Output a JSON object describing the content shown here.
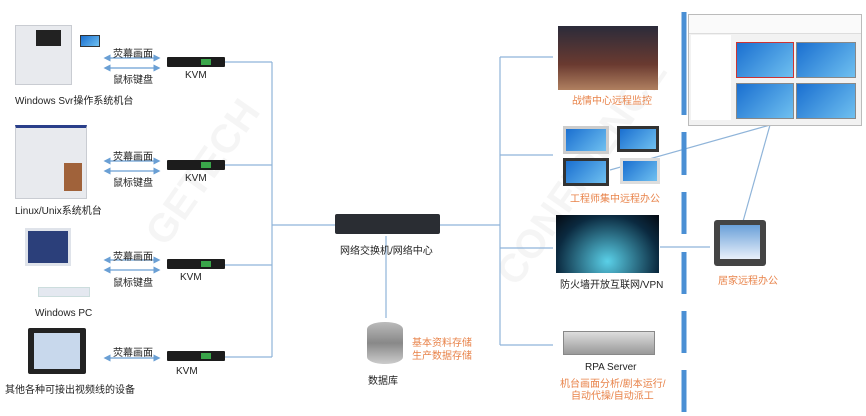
{
  "left": [
    {
      "name": "Windows Svr操作系统机台",
      "screen_label": "荧幕画面",
      "input_label": "鼠标键盘",
      "kvm": "KVM"
    },
    {
      "name": "Linux/Unix系统机台",
      "screen_label": "荧幕画面",
      "input_label": "鼠标键盘",
      "kvm": "KVM"
    },
    {
      "name": "Windows PC",
      "screen_label": "荧幕画面",
      "input_label": "鼠标键盘",
      "kvm": "KVM"
    },
    {
      "name": "其他各种可接出视频线的设备",
      "screen_label": "荧幕画面",
      "kvm": "KVM"
    }
  ],
  "center": {
    "switch": "网络交换机/网络中心",
    "db_title": "数据库",
    "db_line1": "基本资料存储",
    "db_line2": "生产数据存储"
  },
  "right": {
    "monitor_center": "战情中心远程监控",
    "engineer": "工程师集中远程办公",
    "vpn": "防火墙开放互联网/VPN",
    "rpa_title": "RPA Server",
    "rpa_line1": "机台画面分析/剧本运行/",
    "rpa_line2": "自动代操/自动派工",
    "home": "居家远程办公"
  },
  "colors": {
    "line": "#8fb4d9",
    "accent": "#e8834a",
    "dash": "#4a8fd4"
  }
}
